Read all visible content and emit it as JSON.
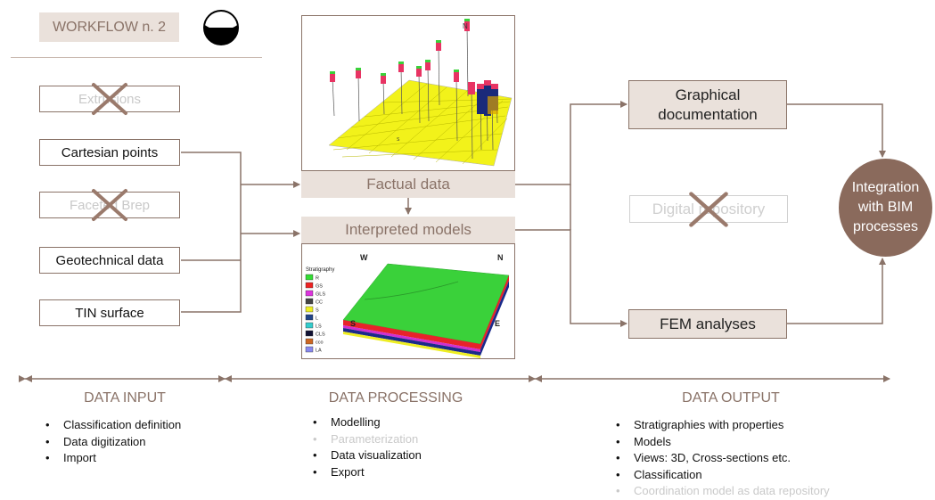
{
  "header": {
    "title": "WORKFLOW n. 2"
  },
  "inputs": [
    {
      "label": "Extrusions",
      "disabled": true
    },
    {
      "label": "Cartesian points",
      "disabled": false
    },
    {
      "label": "Faceted Brep",
      "disabled": true
    },
    {
      "label": "Geotechnical data",
      "disabled": false
    },
    {
      "label": "TIN surface",
      "disabled": false
    }
  ],
  "processing": {
    "factual_label": "Factual data",
    "interpreted_label": "Interpreted models",
    "top_image": {
      "compass_n": "N",
      "compass_s": "S"
    },
    "bottom_image": {
      "compass_w": "W",
      "compass_n": "N",
      "compass_s": "S",
      "compass_e": "E",
      "legend_title": "Stratigraphy",
      "legend": [
        {
          "code": "R",
          "color": "#33dd33"
        },
        {
          "code": "GS",
          "color": "#ee2222"
        },
        {
          "code": "GLS",
          "color": "#dd33dd"
        },
        {
          "code": "CC",
          "color": "#444444"
        },
        {
          "code": "S",
          "color": "#eeee22"
        },
        {
          "code": "L",
          "color": "#224488"
        },
        {
          "code": "LS",
          "color": "#33cccc"
        },
        {
          "code": "CLS",
          "color": "#111133"
        },
        {
          "code": "cco",
          "color": "#cc6622"
        },
        {
          "code": "LA",
          "color": "#8888ee"
        }
      ]
    }
  },
  "outputs": {
    "graphical": "Graphical documentation",
    "digital": "Digital repository",
    "fem": "FEM analyses",
    "integration": "Integration with BIM processes"
  },
  "sections": {
    "input": {
      "title": "DATA INPUT",
      "items": [
        {
          "text": "Classification definition",
          "disabled": false
        },
        {
          "text": "Data digitization",
          "disabled": false
        },
        {
          "text": "Import",
          "disabled": false
        }
      ]
    },
    "processing": {
      "title": "DATA PROCESSING",
      "items": [
        {
          "text": "Modelling",
          "disabled": false
        },
        {
          "text": "Parameterization",
          "disabled": true
        },
        {
          "text": "Data visualization",
          "disabled": false
        },
        {
          "text": "Export",
          "disabled": false
        }
      ]
    },
    "output": {
      "title": "DATA OUTPUT",
      "items": [
        {
          "text": "Stratigraphies with properties",
          "disabled": false
        },
        {
          "text": "Models",
          "disabled": false
        },
        {
          "text": "Views:  3D, Cross-sections etc.",
          "disabled": false
        },
        {
          "text": "Classification",
          "disabled": false
        },
        {
          "text": "Coordination model as data repository",
          "disabled": true
        }
      ]
    }
  },
  "colors": {
    "accent": "#8a7368",
    "panel": "#eae1db",
    "circle": "#8a6a5c",
    "disabled": "#c9c9c9"
  },
  "icons": [
    "half-filled-circle-icon",
    "cross-out-icon",
    "arrow-icon"
  ]
}
